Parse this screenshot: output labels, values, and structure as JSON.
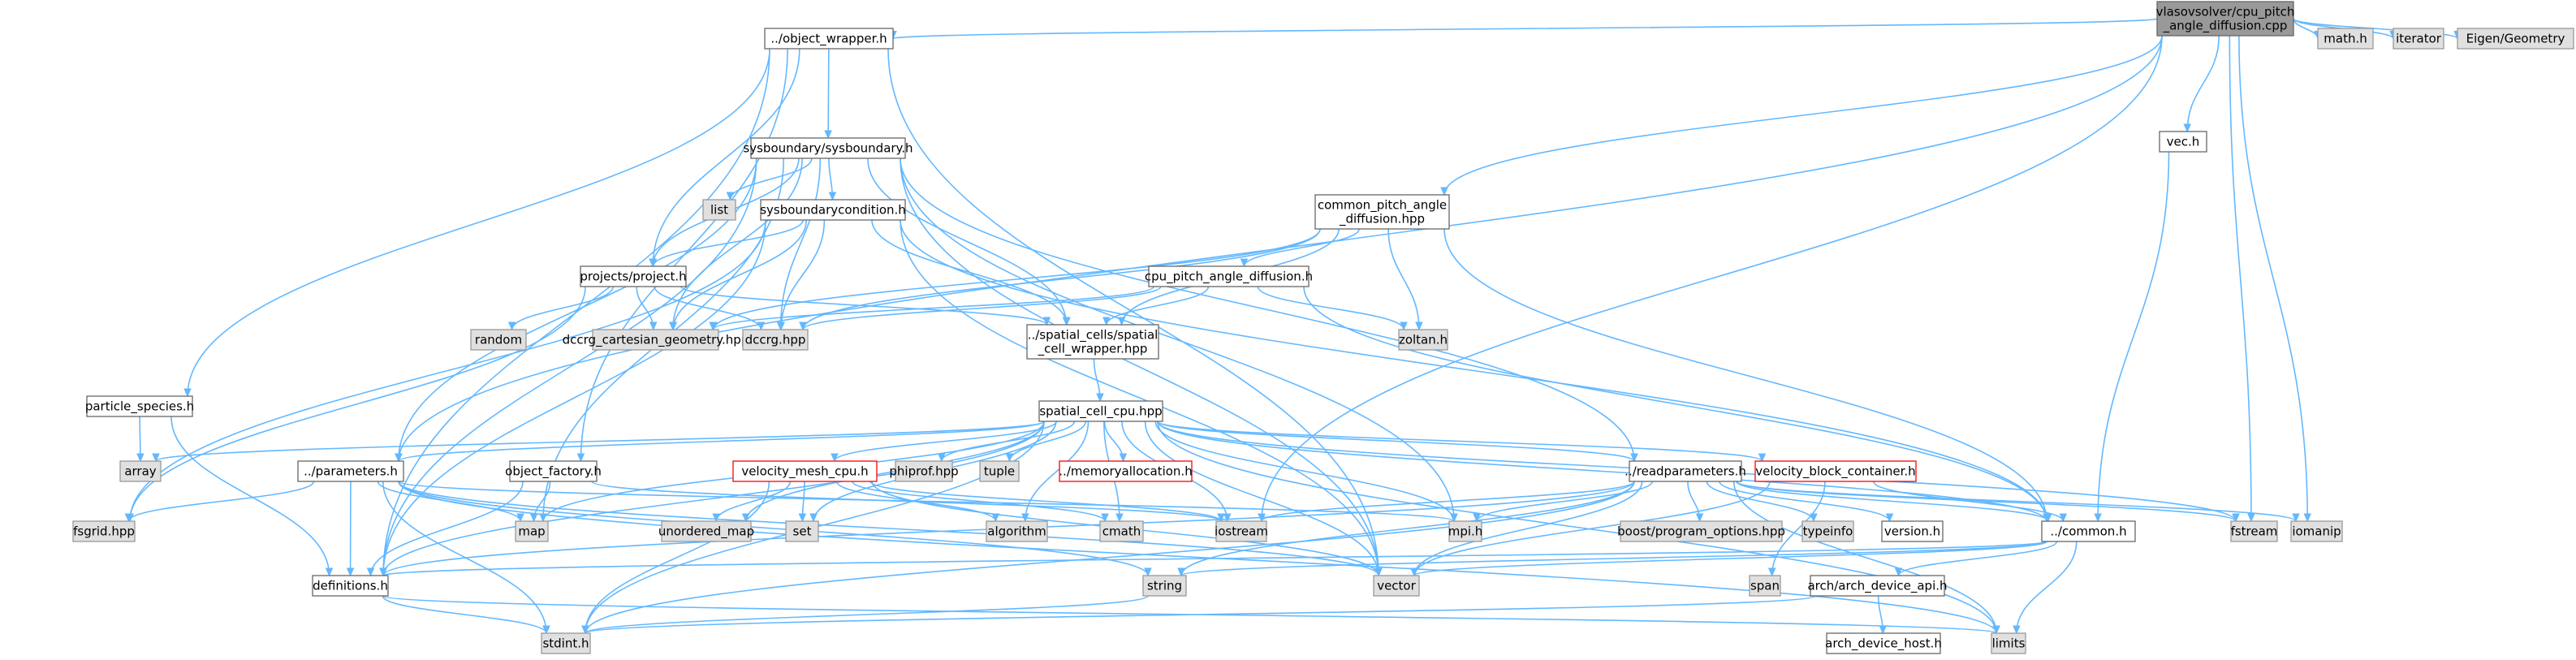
{
  "colors": {
    "root_fill": "#999999",
    "root_stroke": "#666666",
    "node_fill": "#ffffff",
    "node_stroke": "#666666",
    "system_fill": "#e0e0e0",
    "system_stroke": "#999999",
    "truncated_fill": "#ffffff",
    "truncated_stroke": "#ff0000",
    "edge": "#63b8ff",
    "text": "#000000"
  },
  "nodes": [
    {
      "id": "root",
      "label": [
        "vlasovsolver/cpu_pitch",
        "_angle_diffusion.cpp"
      ],
      "kind": "root"
    },
    {
      "id": "objw",
      "label": [
        "../object_wrapper.h"
      ],
      "kind": "node"
    },
    {
      "id": "mathh",
      "label": [
        "math.h"
      ],
      "kind": "system"
    },
    {
      "id": "iterator",
      "label": [
        "iterator"
      ],
      "kind": "system"
    },
    {
      "id": "eigen",
      "label": [
        "Eigen/Geometry"
      ],
      "kind": "system"
    },
    {
      "id": "vech",
      "label": [
        "vec.h"
      ],
      "kind": "node"
    },
    {
      "id": "sysb",
      "label": [
        "sysboundary/sysboundary.h"
      ],
      "kind": "node"
    },
    {
      "id": "list",
      "label": [
        "list"
      ],
      "kind": "system"
    },
    {
      "id": "sysbc",
      "label": [
        "sysboundarycondition.h"
      ],
      "kind": "node"
    },
    {
      "id": "cpad",
      "label": [
        "common_pitch_angle",
        "_diffusion.hpp"
      ],
      "kind": "node"
    },
    {
      "id": "proj",
      "label": [
        "projects/project.h"
      ],
      "kind": "node"
    },
    {
      "id": "cpupad",
      "label": [
        "cpu_pitch_angle_diffusion.h"
      ],
      "kind": "node"
    },
    {
      "id": "random",
      "label": [
        "random"
      ],
      "kind": "system"
    },
    {
      "id": "dccrgcart",
      "label": [
        "dccrg_cartesian_geometry.hpp"
      ],
      "kind": "system"
    },
    {
      "id": "dccrg",
      "label": [
        "dccrg.hpp"
      ],
      "kind": "system"
    },
    {
      "id": "zoltan",
      "label": [
        "zoltan.h"
      ],
      "kind": "system"
    },
    {
      "id": "scw",
      "label": [
        "../spatial_cells/spatial",
        "_cell_wrapper.hpp"
      ],
      "kind": "node"
    },
    {
      "id": "partsp",
      "label": [
        "particle_species.h"
      ],
      "kind": "node"
    },
    {
      "id": "scc",
      "label": [
        "spatial_cell_cpu.hpp"
      ],
      "kind": "node"
    },
    {
      "id": "array",
      "label": [
        "array"
      ],
      "kind": "system"
    },
    {
      "id": "params",
      "label": [
        "../parameters.h"
      ],
      "kind": "node"
    },
    {
      "id": "objf",
      "label": [
        "object_factory.h"
      ],
      "kind": "node"
    },
    {
      "id": "vmc",
      "label": [
        "velocity_mesh_cpu.h"
      ],
      "kind": "truncated"
    },
    {
      "id": "phiprof",
      "label": [
        "phiprof.hpp"
      ],
      "kind": "system"
    },
    {
      "id": "tuple",
      "label": [
        "tuple"
      ],
      "kind": "system"
    },
    {
      "id": "memalloc",
      "label": [
        "../memoryallocation.h"
      ],
      "kind": "truncated"
    },
    {
      "id": "readp",
      "label": [
        "../readparameters.h"
      ],
      "kind": "node"
    },
    {
      "id": "vbc",
      "label": [
        "velocity_block_container.h"
      ],
      "kind": "truncated"
    },
    {
      "id": "fsgrid",
      "label": [
        "fsgrid.hpp"
      ],
      "kind": "system"
    },
    {
      "id": "map",
      "label": [
        "map"
      ],
      "kind": "system"
    },
    {
      "id": "umap",
      "label": [
        "unordered_map"
      ],
      "kind": "system"
    },
    {
      "id": "set",
      "label": [
        "set"
      ],
      "kind": "system"
    },
    {
      "id": "algorithm",
      "label": [
        "algorithm"
      ],
      "kind": "system"
    },
    {
      "id": "cmath",
      "label": [
        "cmath"
      ],
      "kind": "system"
    },
    {
      "id": "iostream",
      "label": [
        "iostream"
      ],
      "kind": "system"
    },
    {
      "id": "mpih",
      "label": [
        "mpi.h"
      ],
      "kind": "system"
    },
    {
      "id": "boostpo",
      "label": [
        "boost/program_options.hpp"
      ],
      "kind": "system"
    },
    {
      "id": "typeinfo",
      "label": [
        "typeinfo"
      ],
      "kind": "system"
    },
    {
      "id": "version",
      "label": [
        "version.h"
      ],
      "kind": "node"
    },
    {
      "id": "common",
      "label": [
        "../common.h"
      ],
      "kind": "node"
    },
    {
      "id": "fstream",
      "label": [
        "fstream"
      ],
      "kind": "system"
    },
    {
      "id": "iomanip",
      "label": [
        "iomanip"
      ],
      "kind": "system"
    },
    {
      "id": "string",
      "label": [
        "string"
      ],
      "kind": "system"
    },
    {
      "id": "vector",
      "label": [
        "vector"
      ],
      "kind": "system"
    },
    {
      "id": "defs",
      "label": [
        "definitions.h"
      ],
      "kind": "node"
    },
    {
      "id": "span",
      "label": [
        "span"
      ],
      "kind": "system"
    },
    {
      "id": "archapi",
      "label": [
        "arch/arch_device_api.h"
      ],
      "kind": "node"
    },
    {
      "id": "stdint",
      "label": [
        "stdint.h"
      ],
      "kind": "system"
    },
    {
      "id": "limits",
      "label": [
        "limits"
      ],
      "kind": "system"
    },
    {
      "id": "archhost",
      "label": [
        "arch_device_host.h"
      ],
      "kind": "node"
    }
  ],
  "edges": [
    [
      "root",
      "objw"
    ],
    [
      "root",
      "mathh"
    ],
    [
      "root",
      "iterator"
    ],
    [
      "root",
      "eigen"
    ],
    [
      "root",
      "vech"
    ],
    [
      "root",
      "cpad"
    ],
    [
      "root",
      "params"
    ],
    [
      "root",
      "iostream"
    ],
    [
      "root",
      "fstream"
    ],
    [
      "root",
      "iomanip"
    ],
    [
      "objw",
      "sysb"
    ],
    [
      "objw",
      "partsp"
    ],
    [
      "objw",
      "proj"
    ],
    [
      "objw",
      "objf"
    ],
    [
      "objw",
      "vector"
    ],
    [
      "objw",
      "defs"
    ],
    [
      "vech",
      "common"
    ],
    [
      "sysb",
      "list"
    ],
    [
      "sysb",
      "sysbc"
    ],
    [
      "sysb",
      "dccrg"
    ],
    [
      "sysb",
      "dccrgcart"
    ],
    [
      "sysb",
      "scw"
    ],
    [
      "sysb",
      "params"
    ],
    [
      "sysb",
      "readp"
    ],
    [
      "sysb",
      "map"
    ],
    [
      "sysb",
      "vector"
    ],
    [
      "sysb",
      "mpih"
    ],
    [
      "sysb",
      "proj"
    ],
    [
      "sysb",
      "defs"
    ],
    [
      "sysbc",
      "dccrg"
    ],
    [
      "sysbc",
      "dccrgcart"
    ],
    [
      "sysbc",
      "proj"
    ],
    [
      "sysbc",
      "scw"
    ],
    [
      "sysbc",
      "fsgrid"
    ],
    [
      "sysbc",
      "common"
    ],
    [
      "sysbc",
      "defs"
    ],
    [
      "sysbc",
      "vector"
    ],
    [
      "cpad",
      "cpupad"
    ],
    [
      "cpad",
      "dccrg"
    ],
    [
      "cpad",
      "dccrgcart"
    ],
    [
      "cpad",
      "scw"
    ],
    [
      "cpad",
      "zoltan"
    ],
    [
      "cpad",
      "common"
    ],
    [
      "proj",
      "random"
    ],
    [
      "proj",
      "dccrg"
    ],
    [
      "proj",
      "dccrgcart"
    ],
    [
      "proj",
      "scw"
    ],
    [
      "proj",
      "fsgrid"
    ],
    [
      "cpupad",
      "dccrg"
    ],
    [
      "cpupad",
      "dccrgcart"
    ],
    [
      "cpupad",
      "scw"
    ],
    [
      "cpupad",
      "zoltan"
    ],
    [
      "cpupad",
      "common"
    ],
    [
      "scw",
      "scc"
    ],
    [
      "partsp",
      "array"
    ],
    [
      "partsp",
      "defs"
    ],
    [
      "scc",
      "array"
    ],
    [
      "scc",
      "params"
    ],
    [
      "scc",
      "vmc"
    ],
    [
      "scc",
      "phiprof"
    ],
    [
      "scc",
      "tuple"
    ],
    [
      "scc",
      "memalloc"
    ],
    [
      "scc",
      "readp"
    ],
    [
      "scc",
      "vbc"
    ],
    [
      "scc",
      "algorithm"
    ],
    [
      "scc",
      "cmath"
    ],
    [
      "scc",
      "iostream"
    ],
    [
      "scc",
      "mpih"
    ],
    [
      "scc",
      "map"
    ],
    [
      "scc",
      "umap"
    ],
    [
      "scc",
      "set"
    ],
    [
      "scc",
      "vector"
    ],
    [
      "scc",
      "common"
    ],
    [
      "scc",
      "fstream"
    ],
    [
      "scc",
      "limits"
    ],
    [
      "scc",
      "defs"
    ],
    [
      "scc",
      "stdint"
    ],
    [
      "params",
      "fsgrid"
    ],
    [
      "params",
      "map"
    ],
    [
      "params",
      "mpih"
    ],
    [
      "params",
      "defs"
    ],
    [
      "params",
      "stdint"
    ],
    [
      "params",
      "limits"
    ],
    [
      "params",
      "string"
    ],
    [
      "params",
      "vector"
    ],
    [
      "objf",
      "map"
    ],
    [
      "objf",
      "iostream"
    ],
    [
      "objf",
      "defs"
    ],
    [
      "vmc",
      "umap"
    ],
    [
      "vmc",
      "set"
    ],
    [
      "vmc",
      "algorithm"
    ],
    [
      "vmc",
      "cmath"
    ],
    [
      "vmc",
      "iostream"
    ],
    [
      "vmc",
      "vector"
    ],
    [
      "vmc",
      "stdint"
    ],
    [
      "readp",
      "boostpo"
    ],
    [
      "readp",
      "typeinfo"
    ],
    [
      "readp",
      "version"
    ],
    [
      "readp",
      "common"
    ],
    [
      "readp",
      "mpih"
    ],
    [
      "readp",
      "iostream"
    ],
    [
      "readp",
      "fstream"
    ],
    [
      "readp",
      "iomanip"
    ],
    [
      "readp",
      "limits"
    ],
    [
      "readp",
      "string"
    ],
    [
      "readp",
      "vector"
    ],
    [
      "readp",
      "stdint"
    ],
    [
      "readp",
      "defs"
    ],
    [
      "vbc",
      "common"
    ],
    [
      "vbc",
      "span"
    ],
    [
      "vbc",
      "vector"
    ],
    [
      "common",
      "vector"
    ],
    [
      "common",
      "string"
    ],
    [
      "common",
      "limits"
    ],
    [
      "common",
      "defs"
    ],
    [
      "common",
      "archapi"
    ],
    [
      "defs",
      "stdint"
    ],
    [
      "defs",
      "limits"
    ],
    [
      "archapi",
      "archhost"
    ],
    [
      "archapi",
      "stdint"
    ],
    [
      "string",
      "stdint"
    ]
  ]
}
